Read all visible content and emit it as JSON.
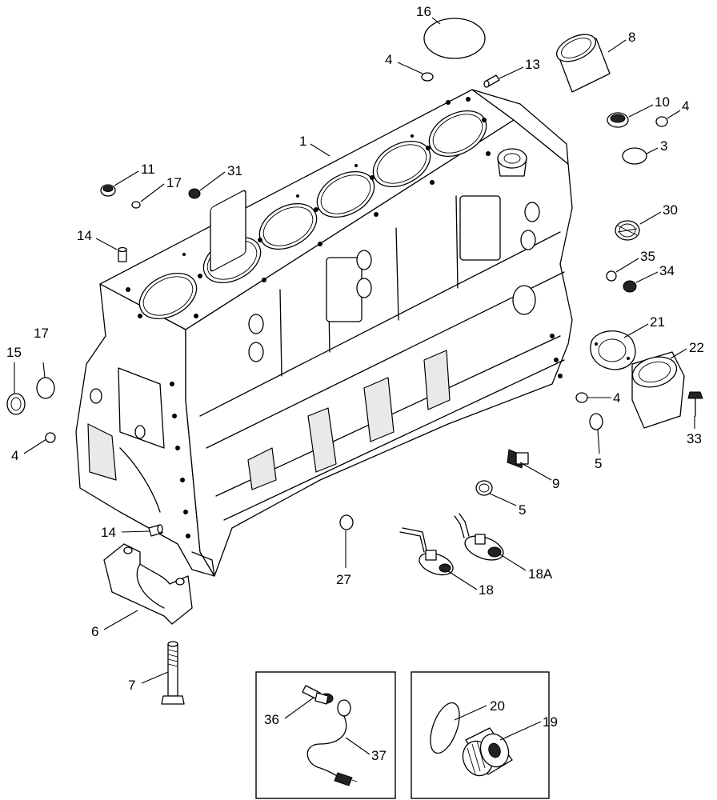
{
  "callouts": [
    {
      "id": "c16a",
      "label": "16"
    },
    {
      "id": "c8",
      "label": "8"
    },
    {
      "id": "c4a",
      "label": "4"
    },
    {
      "id": "c13",
      "label": "13"
    },
    {
      "id": "c10",
      "label": "10"
    },
    {
      "id": "c4b",
      "label": "4"
    },
    {
      "id": "c1",
      "label": "1"
    },
    {
      "id": "c3",
      "label": "3"
    },
    {
      "id": "c11",
      "label": "11"
    },
    {
      "id": "c17a",
      "label": "17"
    },
    {
      "id": "c31",
      "label": "31"
    },
    {
      "id": "c30",
      "label": "30"
    },
    {
      "id": "c14a",
      "label": "14"
    },
    {
      "id": "c35",
      "label": "35"
    },
    {
      "id": "c34",
      "label": "34"
    },
    {
      "id": "c21",
      "label": "21"
    },
    {
      "id": "c15",
      "label": "15"
    },
    {
      "id": "c17b",
      "label": "17"
    },
    {
      "id": "c22",
      "label": "22"
    },
    {
      "id": "c4c",
      "label": "4"
    },
    {
      "id": "c4d",
      "label": "4"
    },
    {
      "id": "c33",
      "label": "33"
    },
    {
      "id": "c5a",
      "label": "5"
    },
    {
      "id": "c9",
      "label": "9"
    },
    {
      "id": "c5b",
      "label": "5"
    },
    {
      "id": "c14b",
      "label": "14"
    },
    {
      "id": "c27",
      "label": "27"
    },
    {
      "id": "c18",
      "label": "18"
    },
    {
      "id": "c18a",
      "label": "18A"
    },
    {
      "id": "c6",
      "label": "6"
    },
    {
      "id": "c7",
      "label": "7"
    },
    {
      "id": "c36",
      "label": "36"
    },
    {
      "id": "c37",
      "label": "37"
    },
    {
      "id": "c20",
      "label": "20"
    },
    {
      "id": "c19",
      "label": "19"
    }
  ]
}
